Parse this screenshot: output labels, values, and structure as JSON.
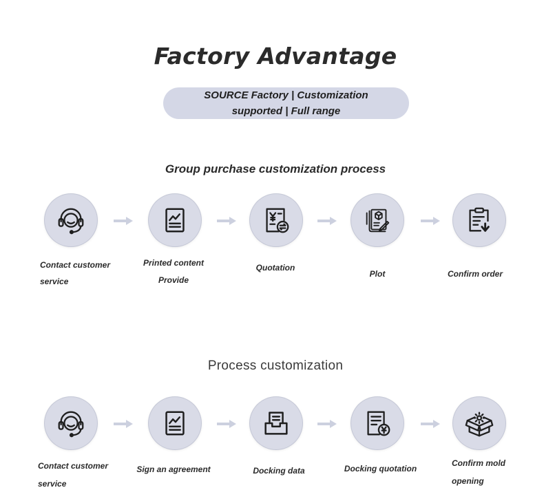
{
  "header": {
    "title": "Factory Advantage",
    "tagline_line1": "SOURCE Factory | Customization",
    "tagline_line2": "supported | Full range"
  },
  "group_process": {
    "title": "Group purchase customization process",
    "steps": [
      {
        "icon": "headset-icon",
        "line1": "Contact customer",
        "line2": "service"
      },
      {
        "icon": "chart-document-icon",
        "line1": "Printed content",
        "line2": "Provide"
      },
      {
        "icon": "quotation-icon",
        "line1": "Quotation",
        "line2": ""
      },
      {
        "icon": "plot-icon",
        "line1": "Plot",
        "line2": ""
      },
      {
        "icon": "confirm-order-icon",
        "line1": "Confirm order",
        "line2": ""
      }
    ]
  },
  "custom_process": {
    "title": "Process customization",
    "steps": [
      {
        "icon": "headset-icon",
        "line1": "Contact customer",
        "line2": "service"
      },
      {
        "icon": "chart-document-icon",
        "line1": "Sign an agreement",
        "line2": ""
      },
      {
        "icon": "document-tray-icon",
        "line1": "Docking data",
        "line2": ""
      },
      {
        "icon": "yen-document-icon",
        "line1": "Docking quotation",
        "line2": ""
      },
      {
        "icon": "box-gear-icon",
        "line1": "Confirm mold",
        "line2": "opening"
      }
    ]
  },
  "colors": {
    "circle_fill": "#d9dbe7",
    "pill_fill": "#d4d7e6",
    "arrow": "#ccd0df",
    "icon_stroke": "#1f1f1f"
  }
}
